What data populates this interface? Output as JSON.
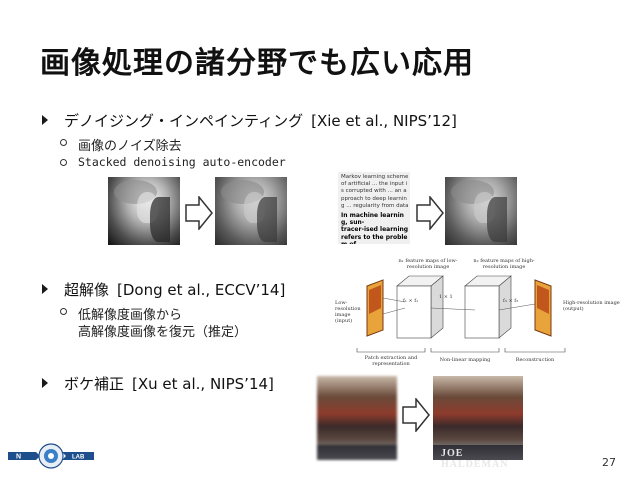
{
  "slide": {
    "title": "画像処理の諸分野でも広い応用",
    "page_number": "27"
  },
  "bullets": [
    {
      "text": "デノイジング・インペインティング",
      "ref": "[Xie et al., NIPS’12]"
    },
    {
      "text": "超解像",
      "ref": "[Dong et al., ECCV’14]"
    },
    {
      "text": "ボケ補正",
      "ref": "[Xu et al., NIPS’14]"
    }
  ],
  "subs": {
    "denoise_1": "画像のノイズ除去",
    "denoise_2": "Stacked denoising auto-encoder",
    "sr_1a": "低解像度画像から",
    "sr_1b": "高解像度画像を復元（推定）"
  },
  "noisy_text": {
    "lines": "Markov learning scheme of artificial ... the input is corrupted with ... an approach to deep learning ... regularity from data ... structure ... network ... supervised",
    "bold_lines": [
      "In machine learning, sun-",
      "tracer-ised learning",
      "refers to the problem of"
    ]
  },
  "diagram": {
    "n1_label": "n₁ feature maps of low-resolution image",
    "n2_label": "n₂ feature maps of high-resolution image",
    "lr_label": "Low-resolution image (input)",
    "hr_label": "High-resolution image (output)",
    "f1": "f₁ × f₁",
    "one": "1 × 1",
    "f3": "f₃ × f₃",
    "step1": "Patch extraction and representation",
    "step2": "Non-linear mapping",
    "step3": "Reconstruction"
  },
  "bokeh_caption": "JOE HALDEMAN",
  "logo": {
    "left": "N",
    "right": "LAB"
  },
  "colors": {
    "arrow_fill": "#ffffff",
    "arrow_stroke": "#333333",
    "logo_blue": "#1f4e8c"
  }
}
